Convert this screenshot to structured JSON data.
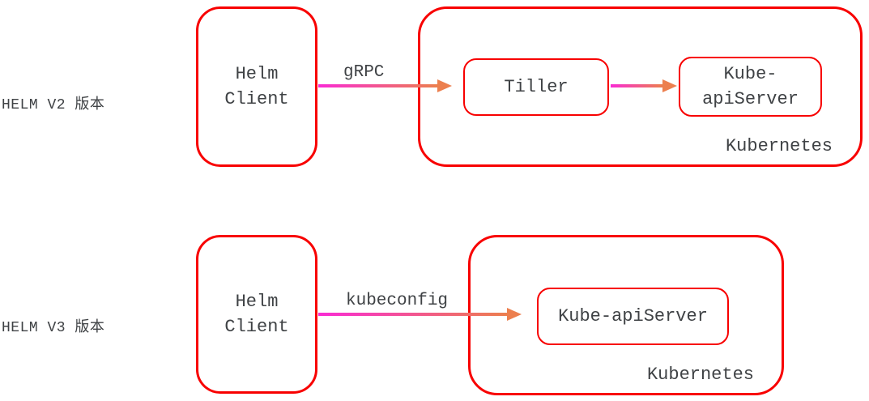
{
  "colors": {
    "box_border": "#f80000",
    "text": "#3f4245",
    "arrow_gradient_start": "#f92bd4",
    "arrow_gradient_end": "#ec7f4e",
    "arrow_head": "#ec7f4e"
  },
  "v2": {
    "row_label": "HELM V2 版本",
    "helm_client": {
      "line1": "Helm",
      "line2": "Client"
    },
    "arrow_label": "gRPC",
    "tiller_label": "Tiller",
    "apiserver": {
      "line1": "Kube-",
      "line2": "apiServer"
    },
    "cluster_label": "Kubernetes"
  },
  "v3": {
    "row_label": "HELM V3 版本",
    "helm_client": {
      "line1": "Helm",
      "line2": "Client"
    },
    "arrow_label": "kubeconfig",
    "apiserver_label": "Kube-apiServer",
    "cluster_label": "Kubernetes"
  }
}
